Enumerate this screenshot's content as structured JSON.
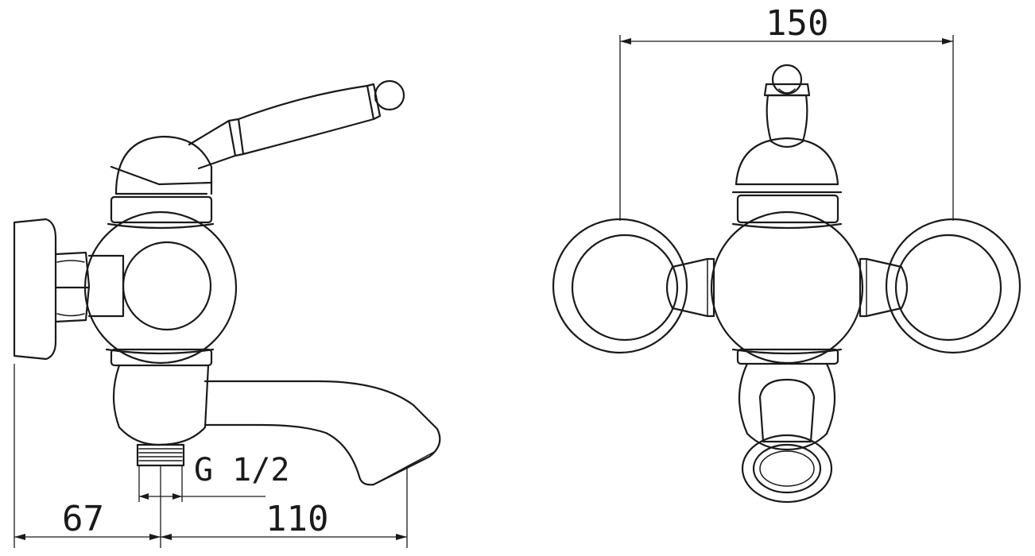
{
  "dimensions": {
    "top_width": "150",
    "thread_size": "G 1/2",
    "wall_offset": "67",
    "spout_reach": "110"
  },
  "colors": {
    "line": "#1a1a1a",
    "background": "#ffffff"
  }
}
